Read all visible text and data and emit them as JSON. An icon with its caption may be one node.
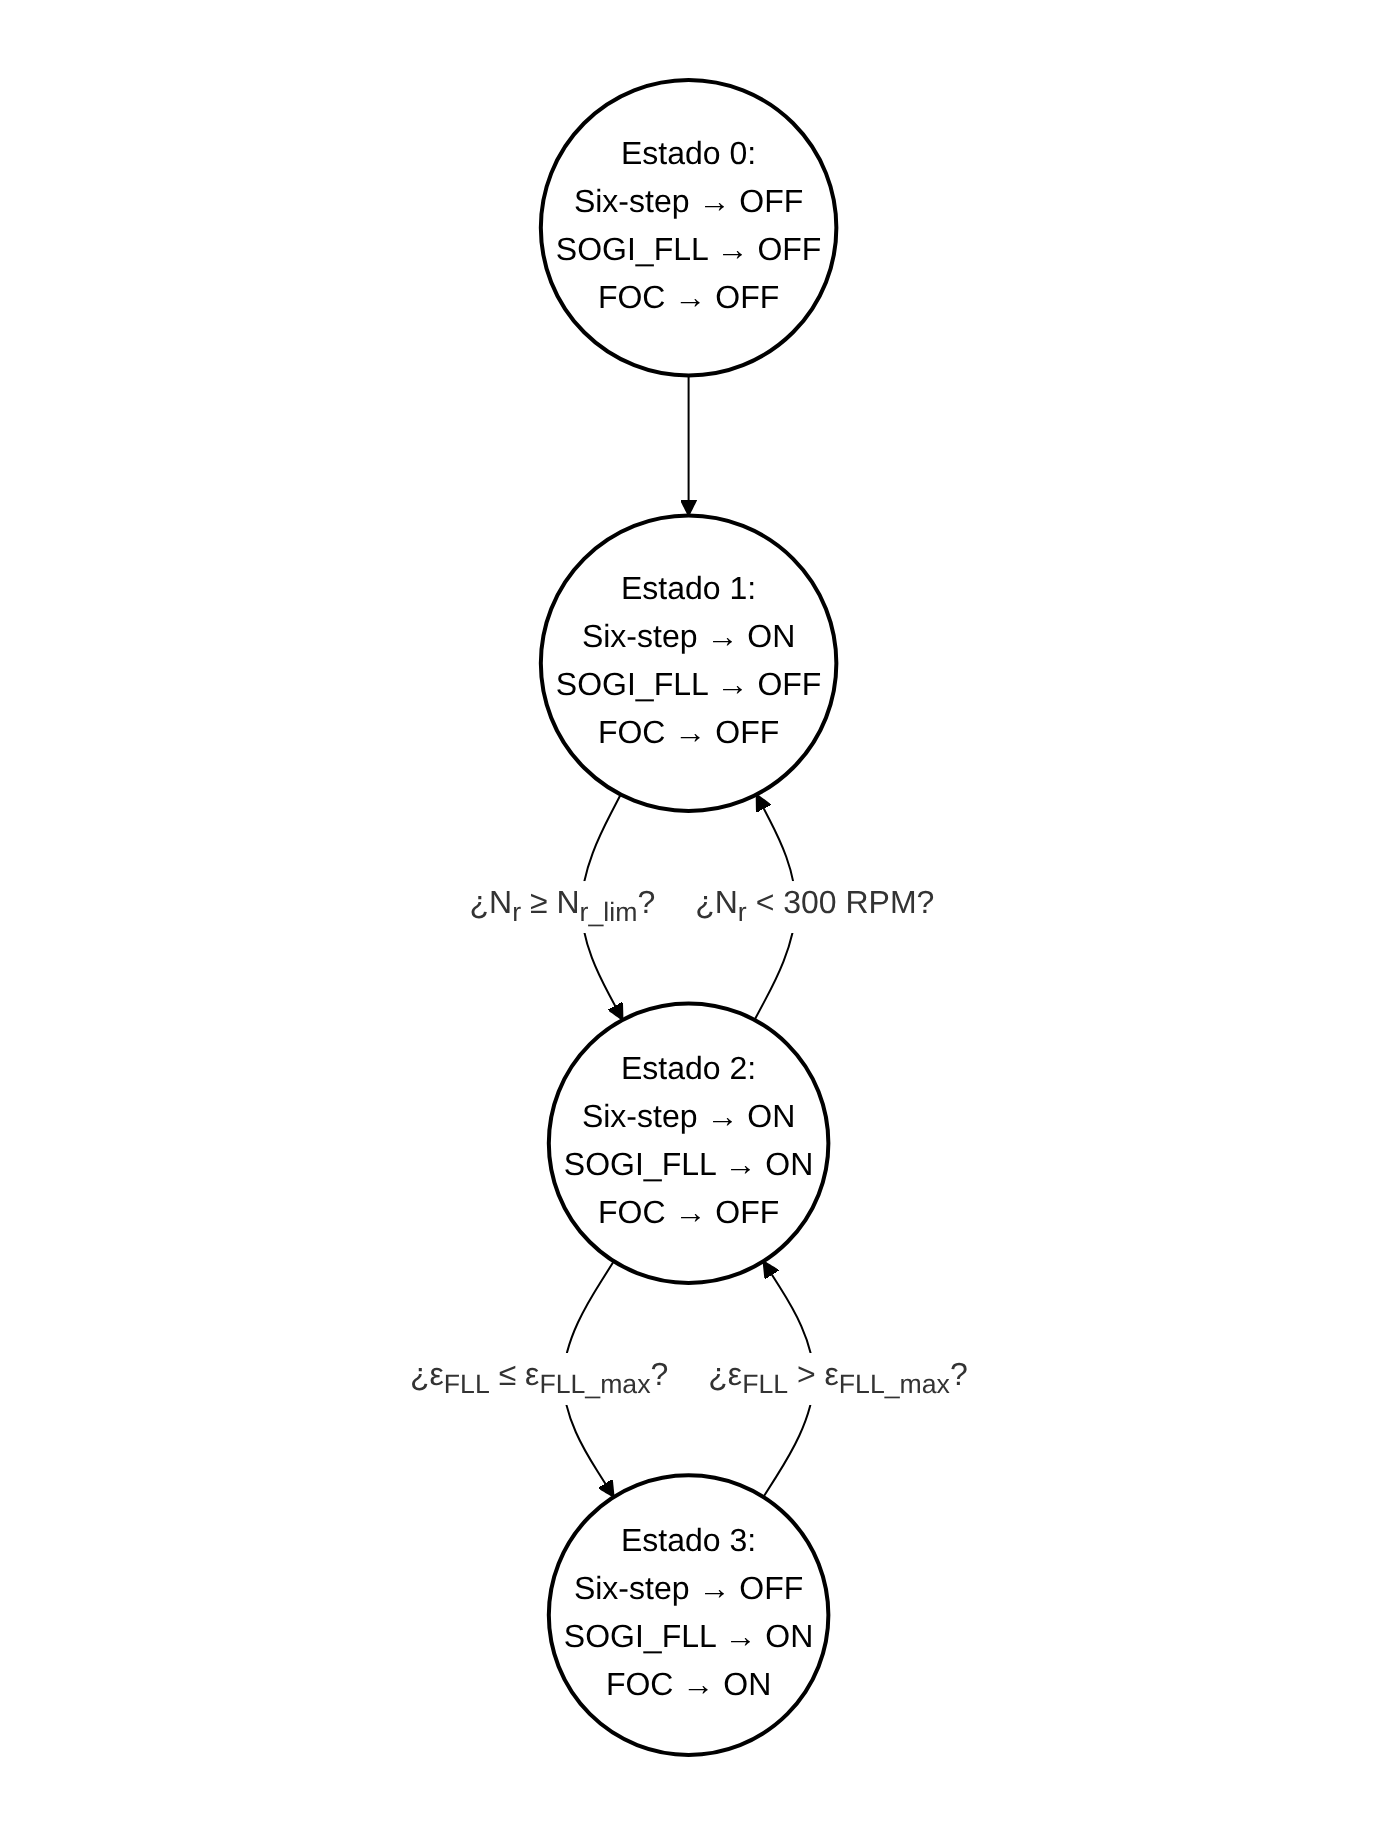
{
  "diagram": {
    "nodes": [
      {
        "text": [
          "Estado 0:",
          "Six-step → OFF",
          "SOGI_FLL → OFF",
          "FOC → OFF"
        ]
      },
      {
        "text": [
          "Estado 1:",
          "Six-step → ON",
          "SOGI_FLL → OFF",
          "FOC → OFF"
        ]
      },
      {
        "text": [
          "Estado 2:",
          "Six-step → ON",
          "SOGI_FLL → ON",
          "FOC → OFF"
        ]
      },
      {
        "text": [
          "Estado 3:",
          "Six-step → OFF",
          "SOGI_FLL → ON",
          "FOC → ON"
        ]
      }
    ],
    "edges": [
      {
        "from": 0,
        "to": 1,
        "arrow": "to"
      },
      {
        "from": 2,
        "to": 1,
        "arrow": "to",
        "label": "¿N$_{r}$ < 300 RPM?"
      },
      {
        "from": 1,
        "to": 2,
        "arrow": "to",
        "label": "¿N$_{r}$ ≥ N$_{r_lim}$?"
      },
      {
        "from": 3,
        "to": 2,
        "arrow": "to",
        "label": "¿ε$_{FLL}$ > ε$_{FLL_max}$?"
      },
      {
        "from": 2,
        "to": 3,
        "arrow": "to",
        "label": "¿ε$_{FLL}$ ≤ ε$_{FLL_max}$?"
      }
    ]
  }
}
